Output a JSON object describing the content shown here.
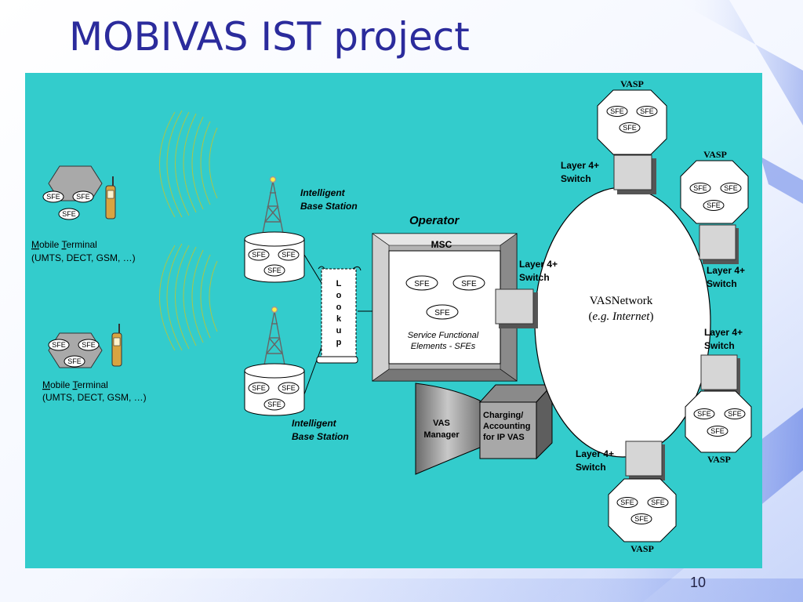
{
  "slide": {
    "title": "MOBIVAS IST project",
    "page_number": "10"
  },
  "colors": {
    "title": "#2b2b9c",
    "diagram_background": "#33cccc",
    "slide_accent": "#5a78e0"
  },
  "diagram": {
    "sfe": "SFE",
    "mobile_terminal": {
      "label_m": "M",
      "label_rest1": "obile ",
      "label_t": "T",
      "label_rest2": "erminal",
      "sub": "(UMTS, DECT, GSM, …)"
    },
    "base_station": {
      "line1": "Intelligent",
      "line2": "Base Station"
    },
    "lookup_letters": [
      "L",
      "o",
      "o",
      "k",
      "u",
      "p"
    ],
    "operator": "Operator",
    "msc": "MSC",
    "sfe_caption_line1": "Service Functional",
    "sfe_caption_line2": "Elements - SFEs",
    "vas_manager": {
      "line1": "VAS",
      "line2": "Manager"
    },
    "charging": {
      "line1": "Charging/",
      "line2": "Accounting",
      "line3": "for IP VAS"
    },
    "switch": {
      "line1": "Layer 4+",
      "line2": "Switch"
    },
    "vasp": "VASP",
    "vas_network": {
      "line1": "VASNetwork",
      "open_paren": "(",
      "eg": "e.g. Internet",
      "close_paren": ")"
    }
  }
}
